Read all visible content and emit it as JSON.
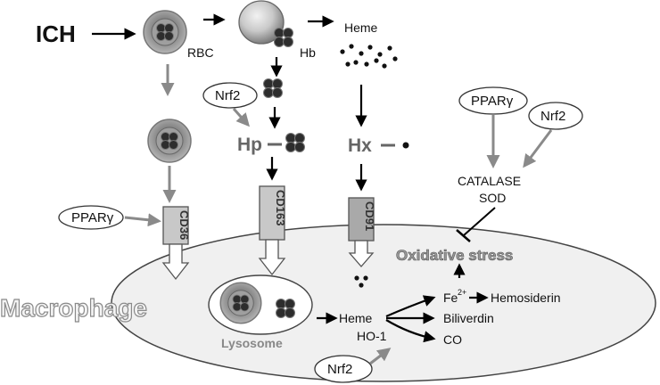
{
  "labels": {
    "ich": "ICH",
    "rbc": "RBC",
    "hb": "Hb",
    "heme_top": "Heme",
    "nrf2_a": "Nrf2",
    "hp": "Hp",
    "hx": "Hx",
    "ppar_a": "PPARγ",
    "ppar_b": "PPARγ",
    "nrf2_b": "Nrf2",
    "catalase": "CATALASE",
    "sod": "SOD",
    "cd36": "CD36",
    "cd163": "CD163",
    "cd91": "CD91",
    "oxidative_stress": "Oxidative stress",
    "macrophage": "Macrophage",
    "lysosome": "Lysosome",
    "heme_inside": "Heme",
    "ho1": "HO-1",
    "fe": "Fe",
    "fe_sup": "2+",
    "hemosiderin": "Hemosiderin",
    "biliverdin": "Biliverdin",
    "co": "CO",
    "nrf2_c": "Nrf2"
  },
  "colors": {
    "rbc_outer": "#9a9a9a",
    "rbc_inner": "#3a3a3a",
    "receptor_fill": "#c8c8c8",
    "cell_fill": "#f0f0f0",
    "gray_arrow": "#8a8a8a",
    "black_arrow": "#000000"
  }
}
